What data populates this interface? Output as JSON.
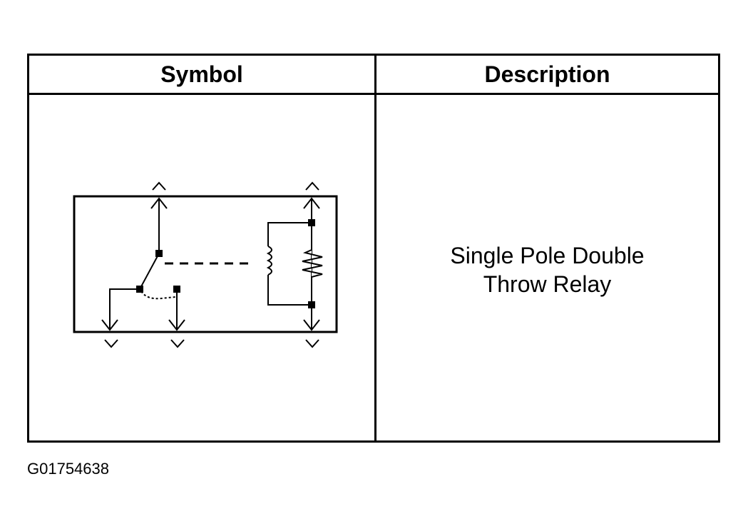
{
  "table": {
    "header": {
      "symbol": "Symbol",
      "description": "Description"
    },
    "row": {
      "symbol_name": "single-pole-double-throw-relay-symbol",
      "description_line1": "Single Pole Double",
      "description_line2": "Throw Relay"
    }
  },
  "figure_id": "G01754638"
}
